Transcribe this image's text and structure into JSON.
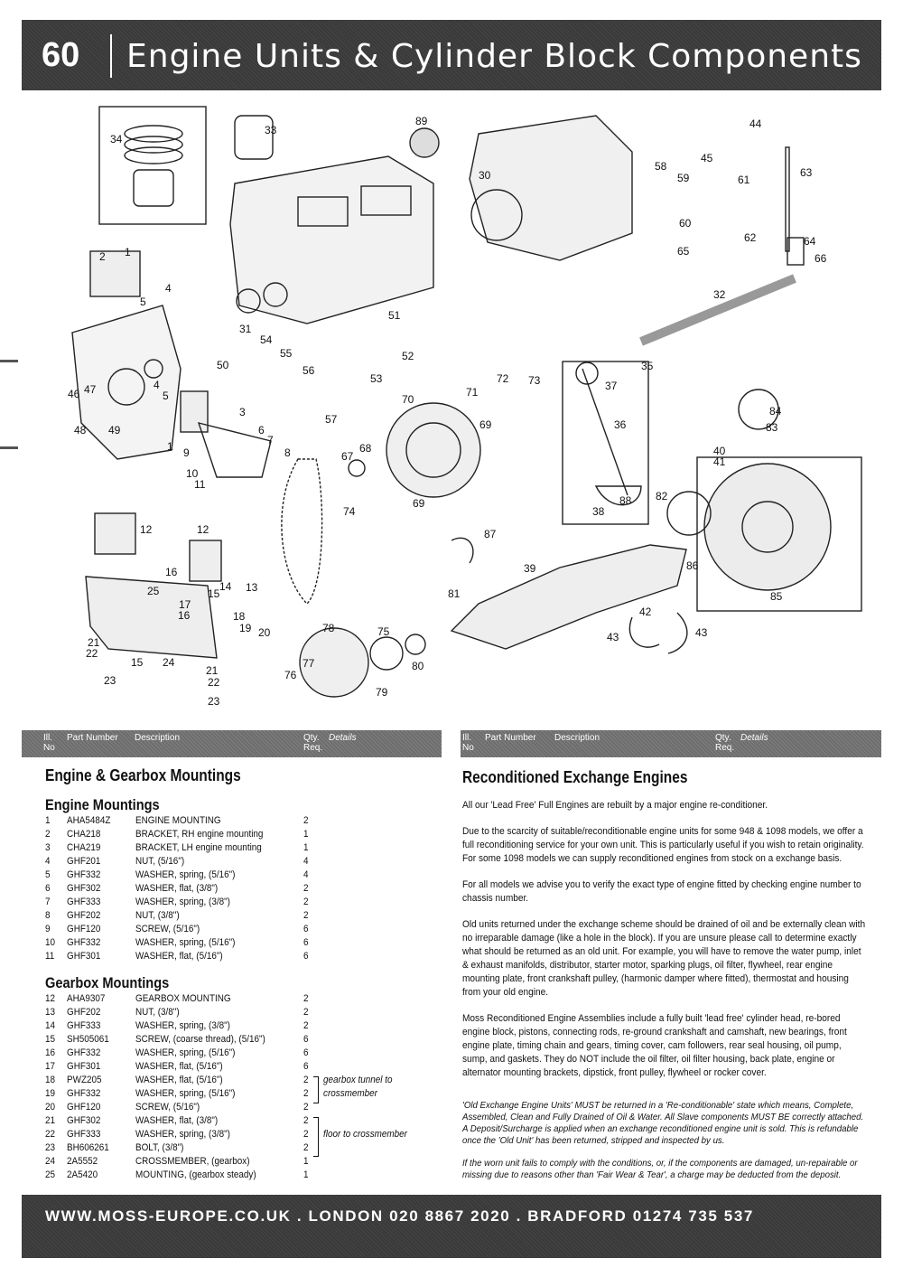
{
  "header": {
    "page_number": "60",
    "title": "Engine Units & Cylinder Block Components"
  },
  "diagram": {
    "callouts": [
      "1",
      "2",
      "3",
      "4",
      "5",
      "6",
      "7",
      "8",
      "9",
      "10",
      "11",
      "12",
      "13",
      "14",
      "15",
      "16",
      "17",
      "18",
      "19",
      "20",
      "21",
      "22",
      "23",
      "24",
      "25",
      "30",
      "31",
      "32",
      "33",
      "34",
      "35",
      "36",
      "37",
      "38",
      "39",
      "40",
      "41",
      "42",
      "43",
      "44",
      "45",
      "46",
      "47",
      "48",
      "49",
      "50",
      "51",
      "52",
      "53",
      "54",
      "55",
      "56",
      "57",
      "58",
      "59",
      "60",
      "61",
      "62",
      "63",
      "64",
      "65",
      "66",
      "67",
      "68",
      "69",
      "70",
      "71",
      "72",
      "73",
      "74",
      "75",
      "76",
      "77",
      "78",
      "79",
      "80",
      "81",
      "82",
      "83",
      "84",
      "85",
      "86",
      "87",
      "88",
      "89"
    ]
  },
  "columns": {
    "ill": "Ill.",
    "no": "No",
    "part_number": "Part Number",
    "description": "Description",
    "qty": "Qty.",
    "req": "Req.",
    "details": "Details"
  },
  "left_section": {
    "title": "Engine & Gearbox Mountings",
    "groups": [
      {
        "title": "Engine Mountings",
        "rows": [
          {
            "ill": "1",
            "pn": "AHA5484Z",
            "desc": "ENGINE MOUNTING",
            "qty": "2",
            "details": ""
          },
          {
            "ill": "2",
            "pn": "CHA218",
            "desc": "BRACKET, RH engine mounting",
            "qty": "1",
            "details": ""
          },
          {
            "ill": "3",
            "pn": "CHA219",
            "desc": "BRACKET, LH engine mounting",
            "qty": "1",
            "details": ""
          },
          {
            "ill": "4",
            "pn": "GHF201",
            "desc": "NUT, (5/16\")",
            "qty": "4",
            "details": ""
          },
          {
            "ill": "5",
            "pn": "GHF332",
            "desc": "WASHER, spring, (5/16\")",
            "qty": "4",
            "details": ""
          },
          {
            "ill": "6",
            "pn": "GHF302",
            "desc": "WASHER, flat, (3/8\")",
            "qty": "2",
            "details": ""
          },
          {
            "ill": "7",
            "pn": "GHF333",
            "desc": "WASHER, spring, (3/8\")",
            "qty": "2",
            "details": ""
          },
          {
            "ill": "8",
            "pn": "GHF202",
            "desc": "NUT, (3/8\")",
            "qty": "2",
            "details": ""
          },
          {
            "ill": "9",
            "pn": "GHF120",
            "desc": "SCREW, (5/16\")",
            "qty": "6",
            "details": ""
          },
          {
            "ill": "10",
            "pn": "GHF332",
            "desc": "WASHER, spring, (5/16\")",
            "qty": "6",
            "details": ""
          },
          {
            "ill": "11",
            "pn": "GHF301",
            "desc": "WASHER, flat, (5/16\")",
            "qty": "6",
            "details": ""
          }
        ]
      },
      {
        "title": "Gearbox Mountings",
        "rows": [
          {
            "ill": "12",
            "pn": "AHA9307",
            "desc": "GEARBOX MOUNTING",
            "qty": "2",
            "details": ""
          },
          {
            "ill": "13",
            "pn": "GHF202",
            "desc": "NUT, (3/8\")",
            "qty": "2",
            "details": ""
          },
          {
            "ill": "14",
            "pn": "GHF333",
            "desc": "WASHER, spring, (3/8\")",
            "qty": "2",
            "details": ""
          },
          {
            "ill": "15",
            "pn": "SH505061",
            "desc": "SCREW, (coarse thread), (5/16\")",
            "qty": "6",
            "details": ""
          },
          {
            "ill": "16",
            "pn": "GHF332",
            "desc": "WASHER, spring, (5/16\")",
            "qty": "6",
            "details": ""
          },
          {
            "ill": "17",
            "pn": "GHF301",
            "desc": "WASHER, flat, (5/16\")",
            "qty": "6",
            "details": ""
          },
          {
            "ill": "18",
            "pn": "PWZ205",
            "desc": "WASHER, flat, (5/16\")",
            "qty": "2",
            "details": "gearbox tunnel to"
          },
          {
            "ill": "19",
            "pn": "GHF332",
            "desc": "WASHER, spring, (5/16\")",
            "qty": "2",
            "details": "crossmember"
          },
          {
            "ill": "20",
            "pn": "GHF120",
            "desc": "SCREW, (5/16\")",
            "qty": "2",
            "details": ""
          },
          {
            "ill": "21",
            "pn": "GHF302",
            "desc": "WASHER, flat, (3/8\")",
            "qty": "2",
            "details": ""
          },
          {
            "ill": "22",
            "pn": "GHF333",
            "desc": "WASHER, spring, (3/8\")",
            "qty": "2",
            "details": "floor to crossmember"
          },
          {
            "ill": "23",
            "pn": "BH606261",
            "desc": "BOLT, (3/8\")",
            "qty": "2",
            "details": ""
          },
          {
            "ill": "24",
            "pn": "2A5552",
            "desc": "CROSSMEMBER, (gearbox)",
            "qty": "1",
            "details": ""
          },
          {
            "ill": "25",
            "pn": "2A5420",
            "desc": "MOUNTING, (gearbox steady)",
            "qty": "1",
            "details": ""
          }
        ]
      }
    ]
  },
  "right_section": {
    "title": "Reconditioned Exchange Engines",
    "paragraphs": [
      "All our 'Lead Free' Full Engines are rebuilt by a major engine re-conditioner.",
      "Due to the scarcity of suitable/reconditionable engine units for some 948 & 1098 models, we offer a full reconditioning service for your own unit. This is particularly useful if you wish to retain originality. For some 1098 models we can supply reconditioned engines from stock on a exchange basis.",
      "For all models we advise you to verify the exact type of engine fitted by checking engine number to chassis number.",
      "Old units returned under the exchange scheme should be drained of oil and be externally clean with no irreparable damage (like a hole in the block). If you are unsure please call to determine exactly what should be returned as an old unit. For example, you will have to remove the water pump, inlet & exhaust manifolds, distributor, starter motor, sparking plugs, oil filter, flywheel, rear engine mounting plate, front crankshaft pulley, (harmonic damper where fitted), thermostat and housing from your old engine.",
      "Moss Reconditioned Engine Assemblies include a fully built 'lead free' cylinder head, re-bored engine block, pistons, connecting rods, re-ground crankshaft and camshaft, new bearings, front engine plate, timing chain and gears, timing cover, cam followers, rear seal housing, oil pump, sump, and gaskets. They do NOT include the oil filter, oil filter housing, back plate, engine or alternator mounting brackets, dipstick, front pulley, flywheel or rocker cover."
    ],
    "notes": [
      "'Old Exchange Engine Units' MUST be returned in a 'Re-conditionable' state which means, Complete, Assembled, Clean and Fully Drained of Oil & Water. All Slave components MUST BE correctly attached. A Deposit/Surcharge is applied when an exchange reconditioned engine unit is sold. This is refundable once the 'Old Unit' has been returned, stripped and inspected by us.",
      "If the worn unit fails to comply with the conditions, or, if the components are damaged, un-repairable or missing due to reasons other than 'Fair Wear & Tear', a charge may be deducted from the deposit."
    ]
  },
  "footer": {
    "text": "WWW.MOSS-EUROPE.CO.UK . LONDON 020 8867 2020 . BRADFORD 01274 735 537"
  }
}
